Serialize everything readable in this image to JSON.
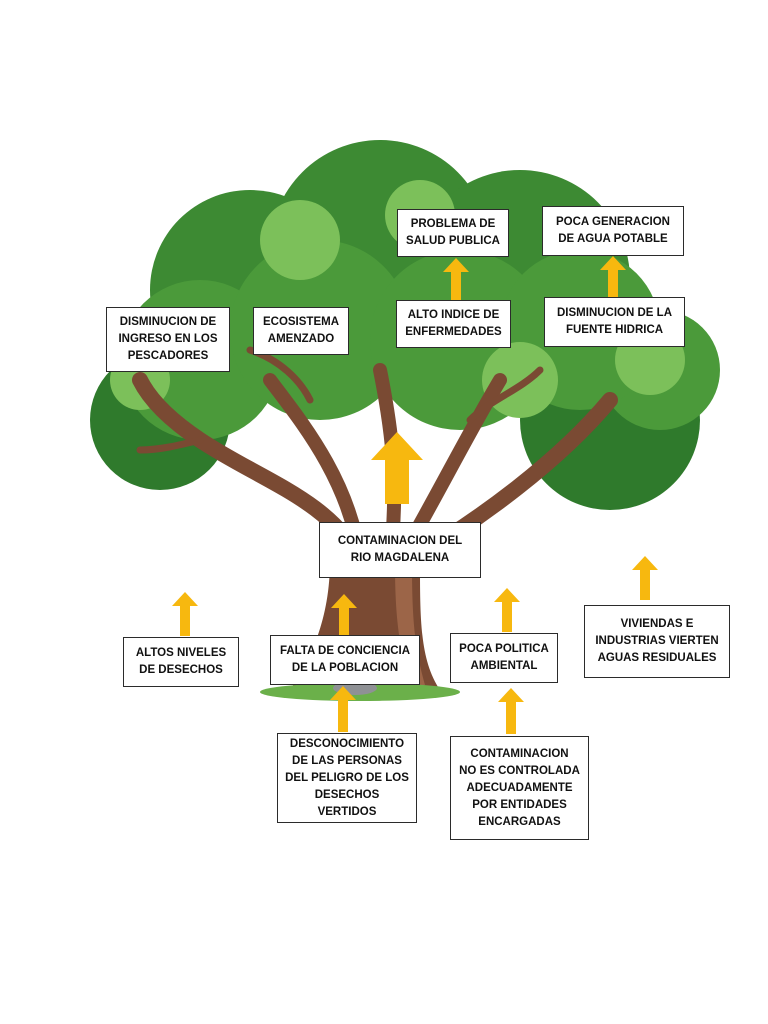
{
  "diagram": {
    "effects": {
      "problema_salud": "PROBLEMA DE\nSALUD PUBLICA",
      "poca_generacion": "POCA GENERACION\nDE AGUA POTABLE",
      "alto_indice": "ALTO INDICE DE\nENFERMEDADES",
      "disminucion_fuente": "DISMINUCION DE LA\nFUENTE HIDRICA",
      "disminucion_ingreso": "DISMINUCION DE\nINGRESO EN LOS\nPESCADORES",
      "ecosistema": "ECOSISTEMA\nAMENZADO"
    },
    "central_problem": "CONTAMINACION DEL\nRIO MAGDALENA",
    "causes": {
      "altos_niveles": "ALTOS NIVELES\nDE DESECHOS",
      "falta_conciencia": "FALTA DE CONCIENCIA\nDE LA POBLACION",
      "poca_politica": "POCA POLITICA\nAMBIENTAL",
      "viviendas": "VIVIENDAS E\nINDUSTRIAS VIERTEN\nAGUAS RESIDUALES",
      "desconocimiento": "DESCONOCIMIENTO\nDE LAS PERSONAS\nDEL PELIGRO DE LOS\nDESECHOS VERTIDOS",
      "contaminacion_no_controlada": "CONTAMINACION\nNO ES CONTROLADA\nADECUADAMENTE\nPOR ENTIDADES\nENCARGADAS"
    }
  },
  "colors": {
    "arrow": "#f7b80f",
    "foliage_dark": "#2f7a2c",
    "foliage": "#4b9a3a",
    "foliage_light": "#7cc05a",
    "trunk": "#7a4a33",
    "trunk_light": "#9c6548"
  }
}
